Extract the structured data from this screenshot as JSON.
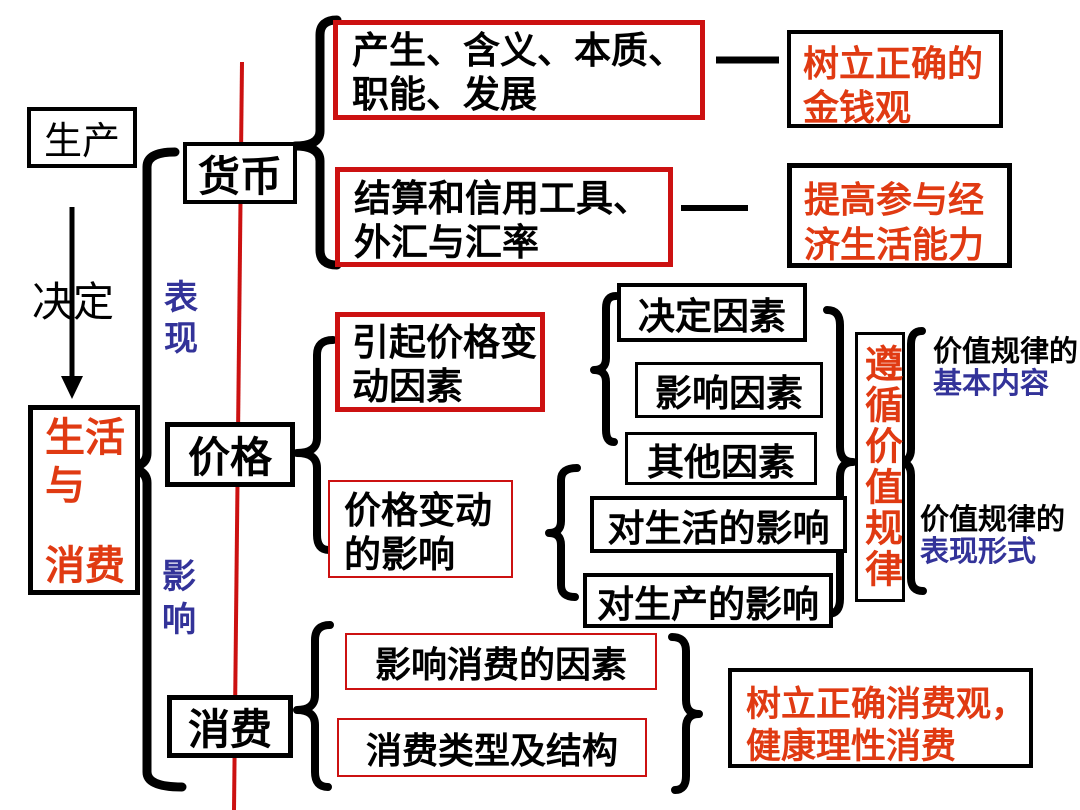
{
  "palette": {
    "red_text": "#e03a12",
    "red_border": "#cc1111",
    "blue_text": "#333399",
    "line_red": "#cc1111"
  },
  "nodes": {
    "production": "生产",
    "determines": "决定",
    "life_consumption": {
      "line1": "生活",
      "line2": "与",
      "line3": "消费"
    },
    "currency": "货币",
    "price": "价格",
    "consumption": "消费",
    "manifestation": {
      "char1": "表",
      "char2": "现"
    },
    "influence": {
      "char1": "影",
      "char2": "响"
    },
    "currency_item1": {
      "line1": "产生、含义、本质、",
      "line2": "职能、发展"
    },
    "currency_item2": {
      "line1": "结算和信用工具、",
      "line2": "外汇与汇率"
    },
    "money_view": {
      "line1": "树立正确的",
      "line2": "金钱观"
    },
    "economic_ability": {
      "line1": "提高参与经",
      "line2": "济生活能力"
    },
    "price_change_causes": {
      "line1": "引起价格变",
      "line2": "动因素"
    },
    "price_change_effects": {
      "line1": "价格变动",
      "line2": "的影响"
    },
    "deciding_factor": "决定因素",
    "influencing_factor": "影响因素",
    "other_factor": "其他因素",
    "effect_on_life": "对生活的影响",
    "effect_on_production": "对生产的影响",
    "value_law": "遵循价值规律",
    "value_law_content": {
      "line1": "价值规律的",
      "line2": "基本内容"
    },
    "value_law_form": {
      "line1": "价值规律的",
      "line2": "表现形式"
    },
    "consumption_factors": "影响消费的因素",
    "consumption_types": "消费类型及结构",
    "consumption_view": {
      "line1": "树立正确消费观，",
      "line2": "健康理性消费"
    }
  }
}
